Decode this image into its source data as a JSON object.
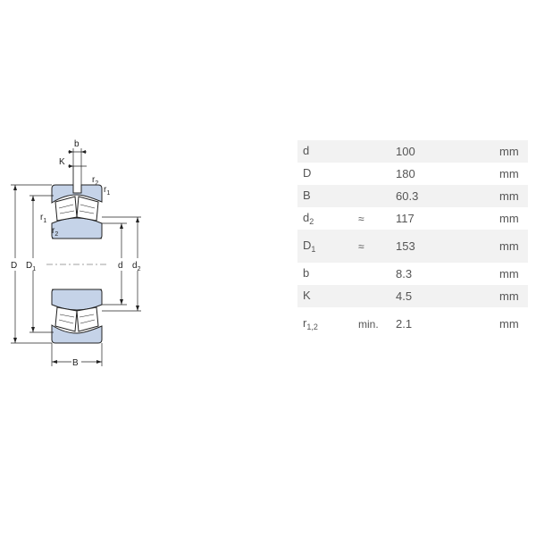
{
  "drawing": {
    "labels": {
      "b": "b",
      "K": "K",
      "r2_top": "r",
      "r2_top_sub": "2",
      "r1_top": "r",
      "r1_top_sub": "1",
      "r1_side": "r",
      "r1_side_sub": "1",
      "r2_side": "r",
      "r2_side_sub": "2",
      "D": "D",
      "D1": "D",
      "D1_sub": "1",
      "d": "d",
      "d2": "d",
      "d2_sub": "2",
      "B": "B"
    },
    "colors": {
      "ring": "#c5d3e8",
      "outline": "#222222",
      "background": "#ffffff"
    }
  },
  "table": {
    "rows": [
      {
        "symbol": "d",
        "sub": "",
        "qualifier": "",
        "value": "100",
        "unit": "mm"
      },
      {
        "symbol": "D",
        "sub": "",
        "qualifier": "",
        "value": "180",
        "unit": "mm"
      },
      {
        "symbol": "B",
        "sub": "",
        "qualifier": "",
        "value": "60.3",
        "unit": "mm"
      },
      {
        "symbol": "d",
        "sub": "2",
        "qualifier": "≈",
        "value": "117",
        "unit": "mm"
      },
      {
        "symbol": "D",
        "sub": "1",
        "qualifier": "≈",
        "value": "153",
        "unit": "mm"
      },
      {
        "symbol": "b",
        "sub": "",
        "qualifier": "",
        "value": "8.3",
        "unit": "mm"
      },
      {
        "symbol": "K",
        "sub": "",
        "qualifier": "",
        "value": "4.5",
        "unit": "mm"
      },
      {
        "symbol": "r",
        "sub": "1,2",
        "qualifier": "min.",
        "value": "2.1",
        "unit": "mm"
      }
    ],
    "colors": {
      "stripe": "#f2f2f2",
      "text": "#555555"
    }
  }
}
